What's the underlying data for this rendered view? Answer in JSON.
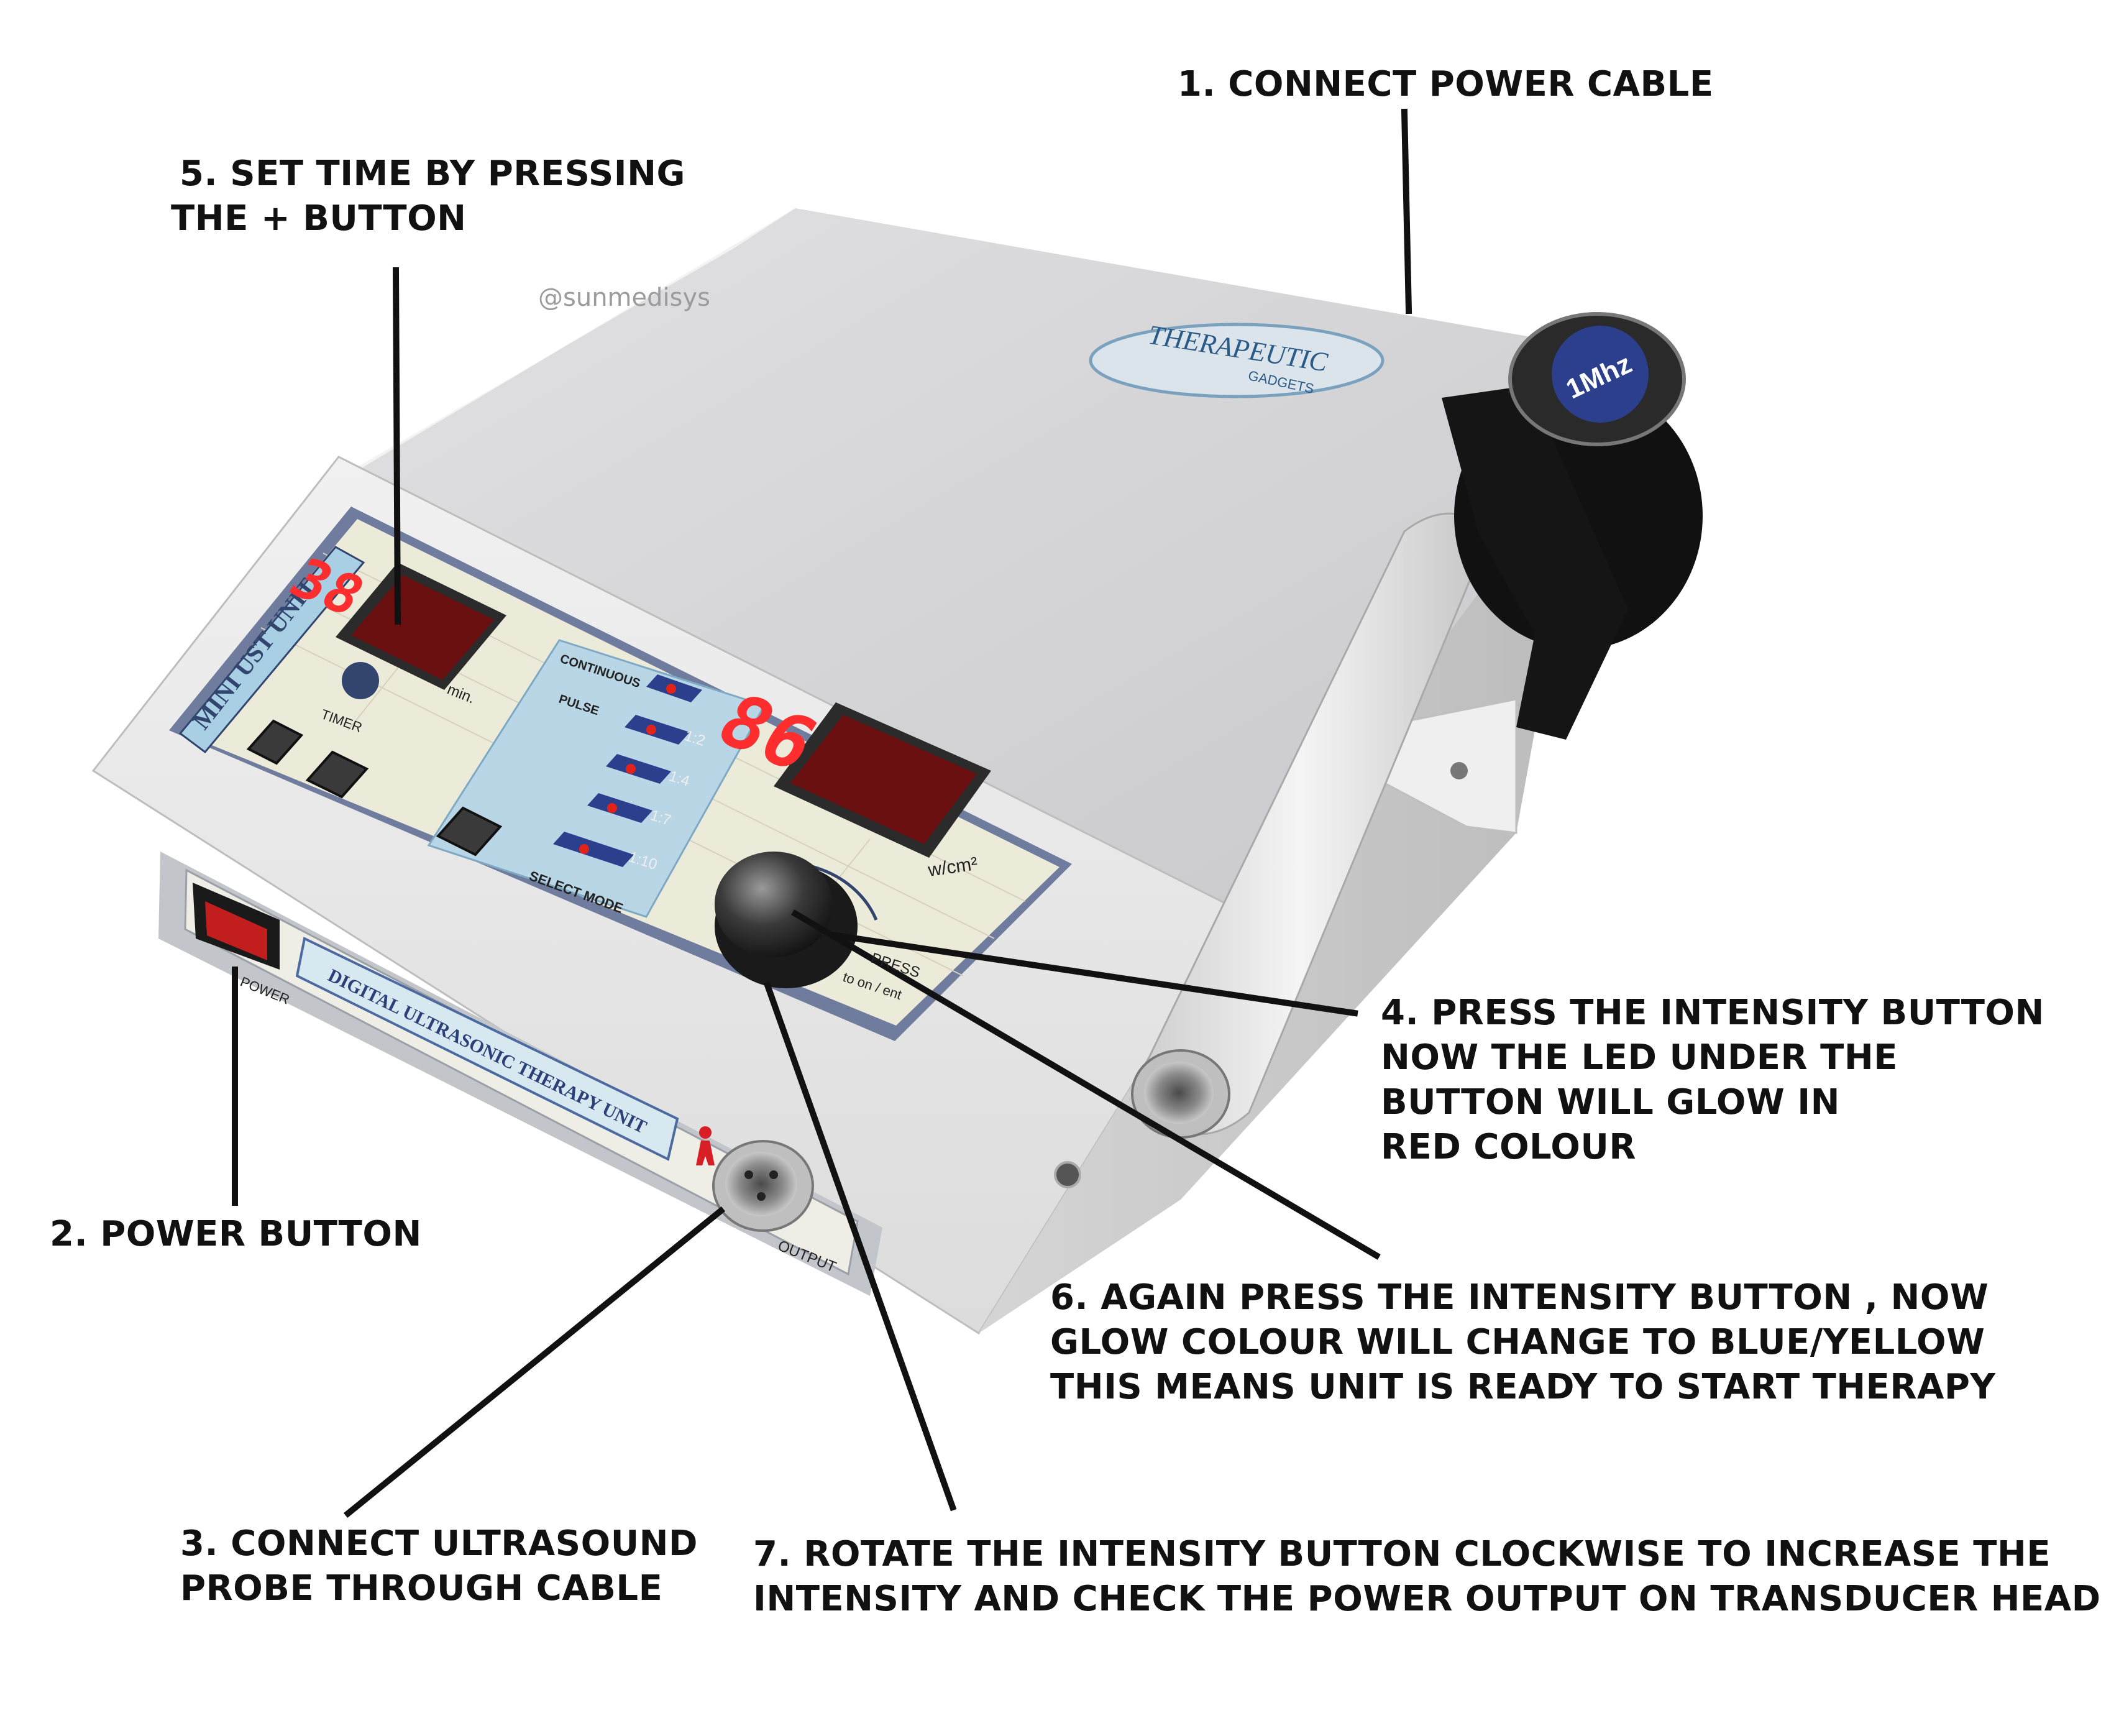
{
  "watermark": "@sunmedisys",
  "brand": {
    "line1": "THERAPEUTIC",
    "line2": "GADGETS"
  },
  "device": {
    "side_label": "MINI UST UNIT",
    "front_label": "DIGITAL ULTRASONIC THERAPY UNIT",
    "timer_display": "38",
    "timer_unit": "min.",
    "timer_label": "TIMER",
    "intensity_display": "86",
    "intensity_unit": "w/cm²",
    "probe_badge": "1Mhz",
    "power_label": "POWER",
    "output_label": "OUTPUT",
    "knob_label_1": "PRESS",
    "knob_label_2": "to on / ent",
    "mode_panel": {
      "title": "CONTINUOUS",
      "pulse_label": "PULSE",
      "ratios": [
        "1:2",
        "1:4",
        "1:7",
        "1:10"
      ],
      "select_label": "SELECT MODE"
    }
  },
  "callouts": [
    {
      "step": 1,
      "lines": [
        "1. CONNECT POWER CABLE"
      ]
    },
    {
      "step": 2,
      "lines": [
        "2. POWER BUTTON"
      ]
    },
    {
      "step": 3,
      "lines": [
        "3. CONNECT ULTRASOUND",
        "PROBE THROUGH CABLE"
      ]
    },
    {
      "step": 4,
      "lines": [
        "4. PRESS THE INTENSITY BUTTON",
        "NOW THE LED UNDER THE",
        "BUTTON WILL GLOW IN",
        "RED COLOUR"
      ]
    },
    {
      "step": 5,
      "lines": [
        "5. SET TIME BY PRESSING",
        "THE + BUTTON"
      ]
    },
    {
      "step": 6,
      "lines": [
        "6. AGAIN PRESS THE INTENSITY BUTTON , NOW",
        "GLOW COLOUR WILL CHANGE TO BLUE/YELLOW",
        "THIS MEANS UNIT IS READY TO START THERAPY"
      ]
    },
    {
      "step": 7,
      "lines": [
        "7. ROTATE THE INTENSITY BUTTON CLOCKWISE TO INCREASE THE",
        "INTENSITY AND CHECK THE POWER OUTPUT ON TRANSDUCER HEAD"
      ]
    }
  ],
  "colors": {
    "body": "#dcdcdc",
    "panel": "#ece9dc",
    "mode_panel": "#b9d6e6",
    "led_red": "#e2231a",
    "badge_blue": "#2c3f8c",
    "text": "#111111"
  }
}
